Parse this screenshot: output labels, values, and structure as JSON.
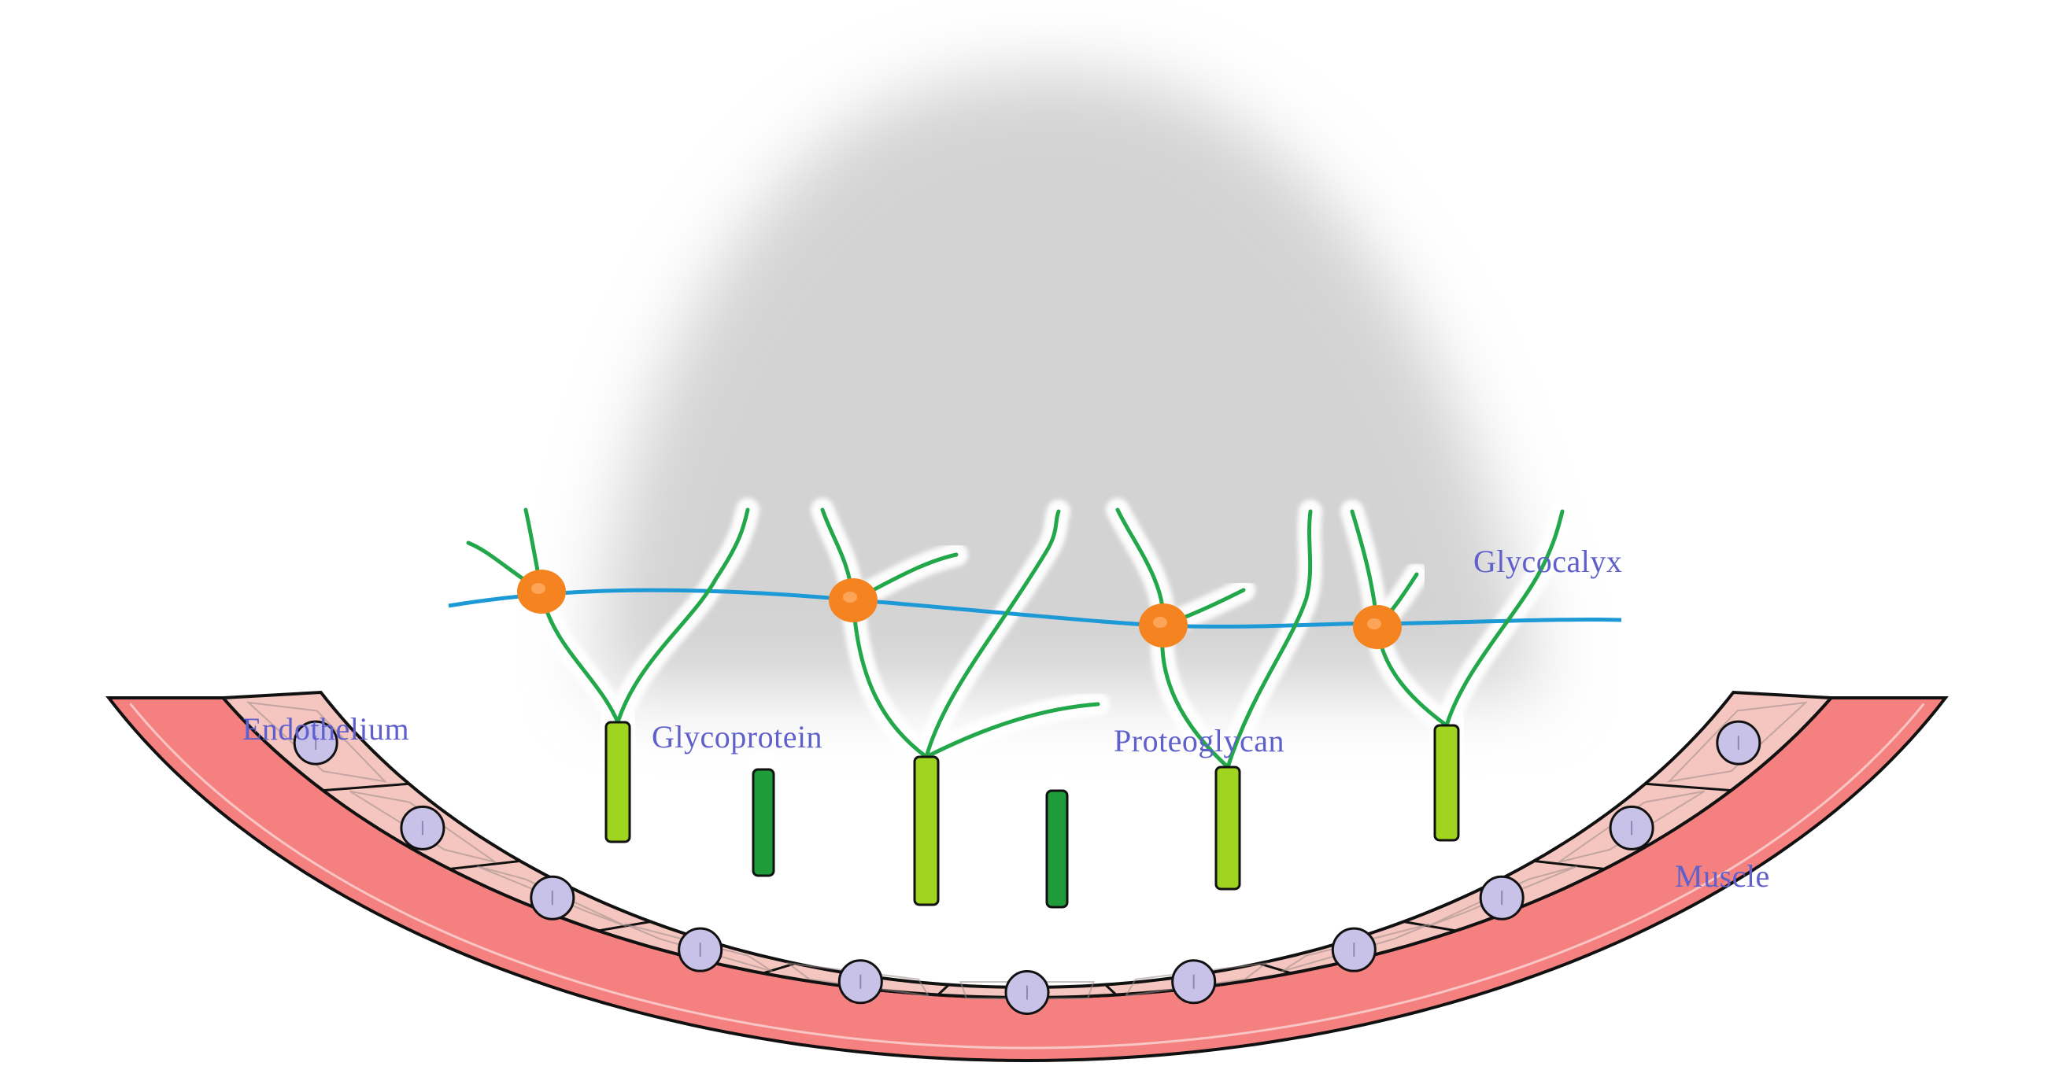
{
  "labels": {
    "endothelium": "Endothelium",
    "glycoprotein": "Glycoprotein",
    "proteoglycan": "Proteoglycan",
    "glycocalyx": "Glycocalyx",
    "muscle": "Muscle"
  },
  "colors": {
    "muscle_fill": "#f4817f",
    "endothelium_fill": "#f4c6bf",
    "cell_border": "#1a1a1a",
    "nucleus_fill": "#c8c1e8",
    "glycoprotein_fill": "#1f9c3a",
    "proteoglycan_fill": "#9fd41f",
    "chain_stroke": "#22a84a",
    "glycocalyx_strand": "#1d9ad6",
    "node_fill": "#f48320",
    "label_text": "#6060cc",
    "haze": "#c4c4c4"
  }
}
